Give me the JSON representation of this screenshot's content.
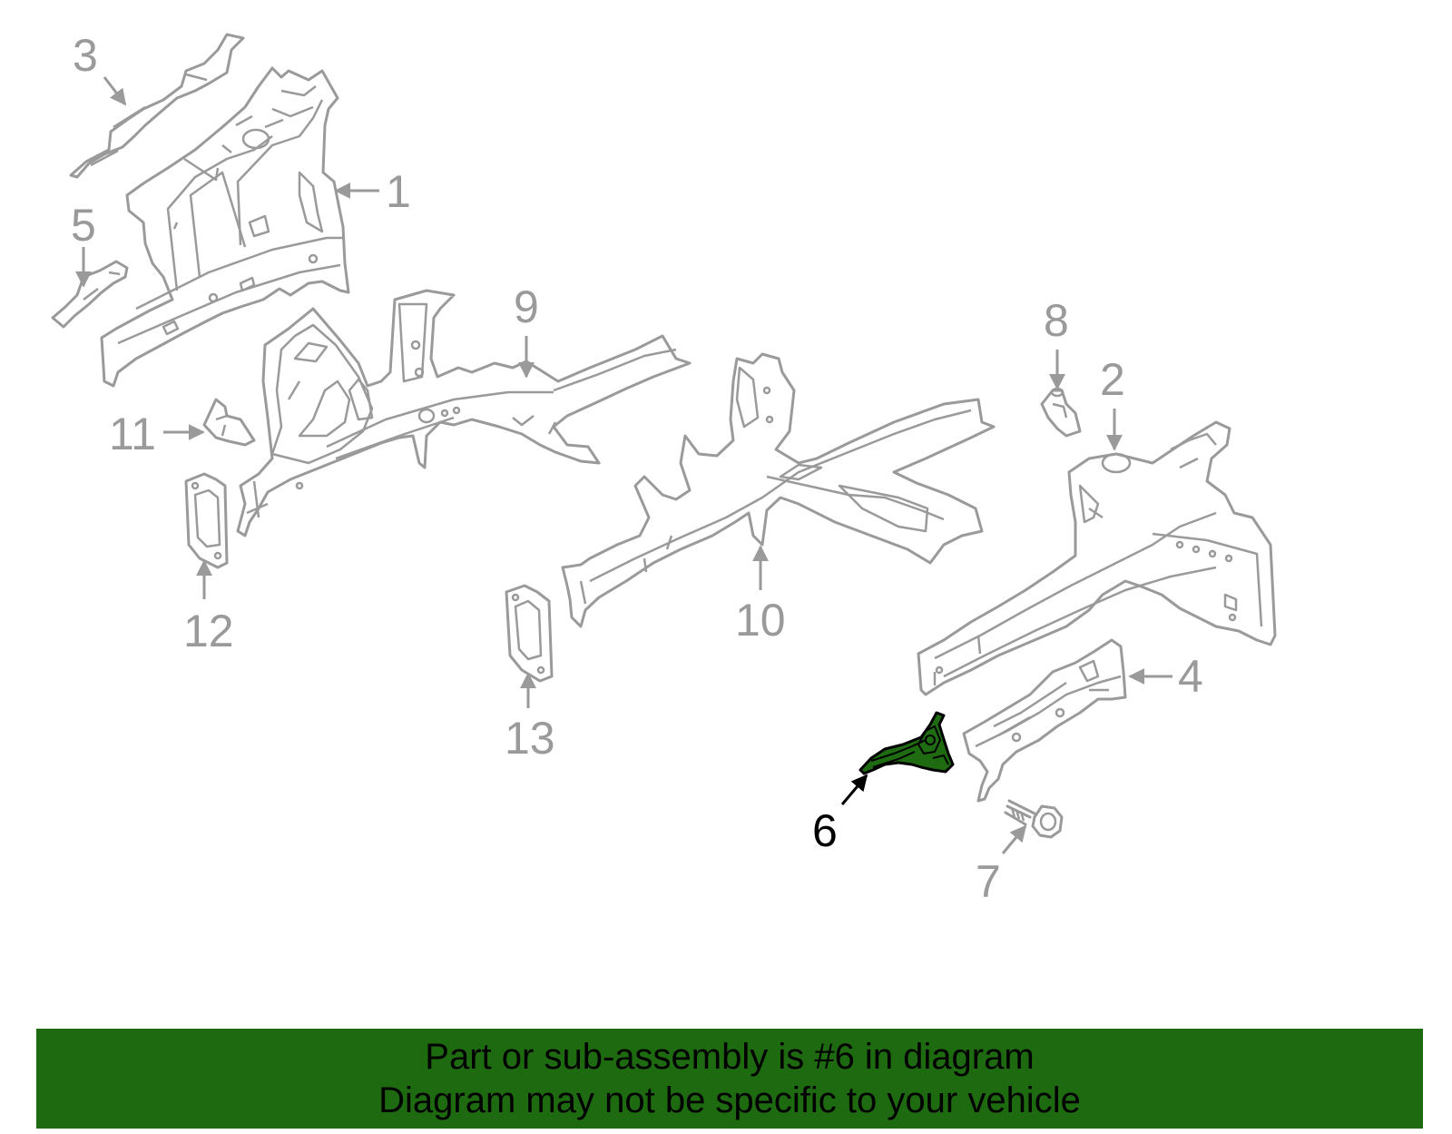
{
  "diagram": {
    "highlight_color": "#1e6b12",
    "part_color": "#9a9a9a",
    "callouts": {
      "c1": "1",
      "c2": "2",
      "c3": "3",
      "c4": "4",
      "c5": "5",
      "c6": "6",
      "c7": "7",
      "c8": "8",
      "c9": "9",
      "c10": "10",
      "c11": "11",
      "c12": "12",
      "c13": "13"
    },
    "highlighted_part": "6"
  },
  "banner": {
    "background": "#1e6a10",
    "line1": "Part or sub-assembly is #6 in diagram",
    "line2": "Diagram may not be specific to your vehicle"
  }
}
